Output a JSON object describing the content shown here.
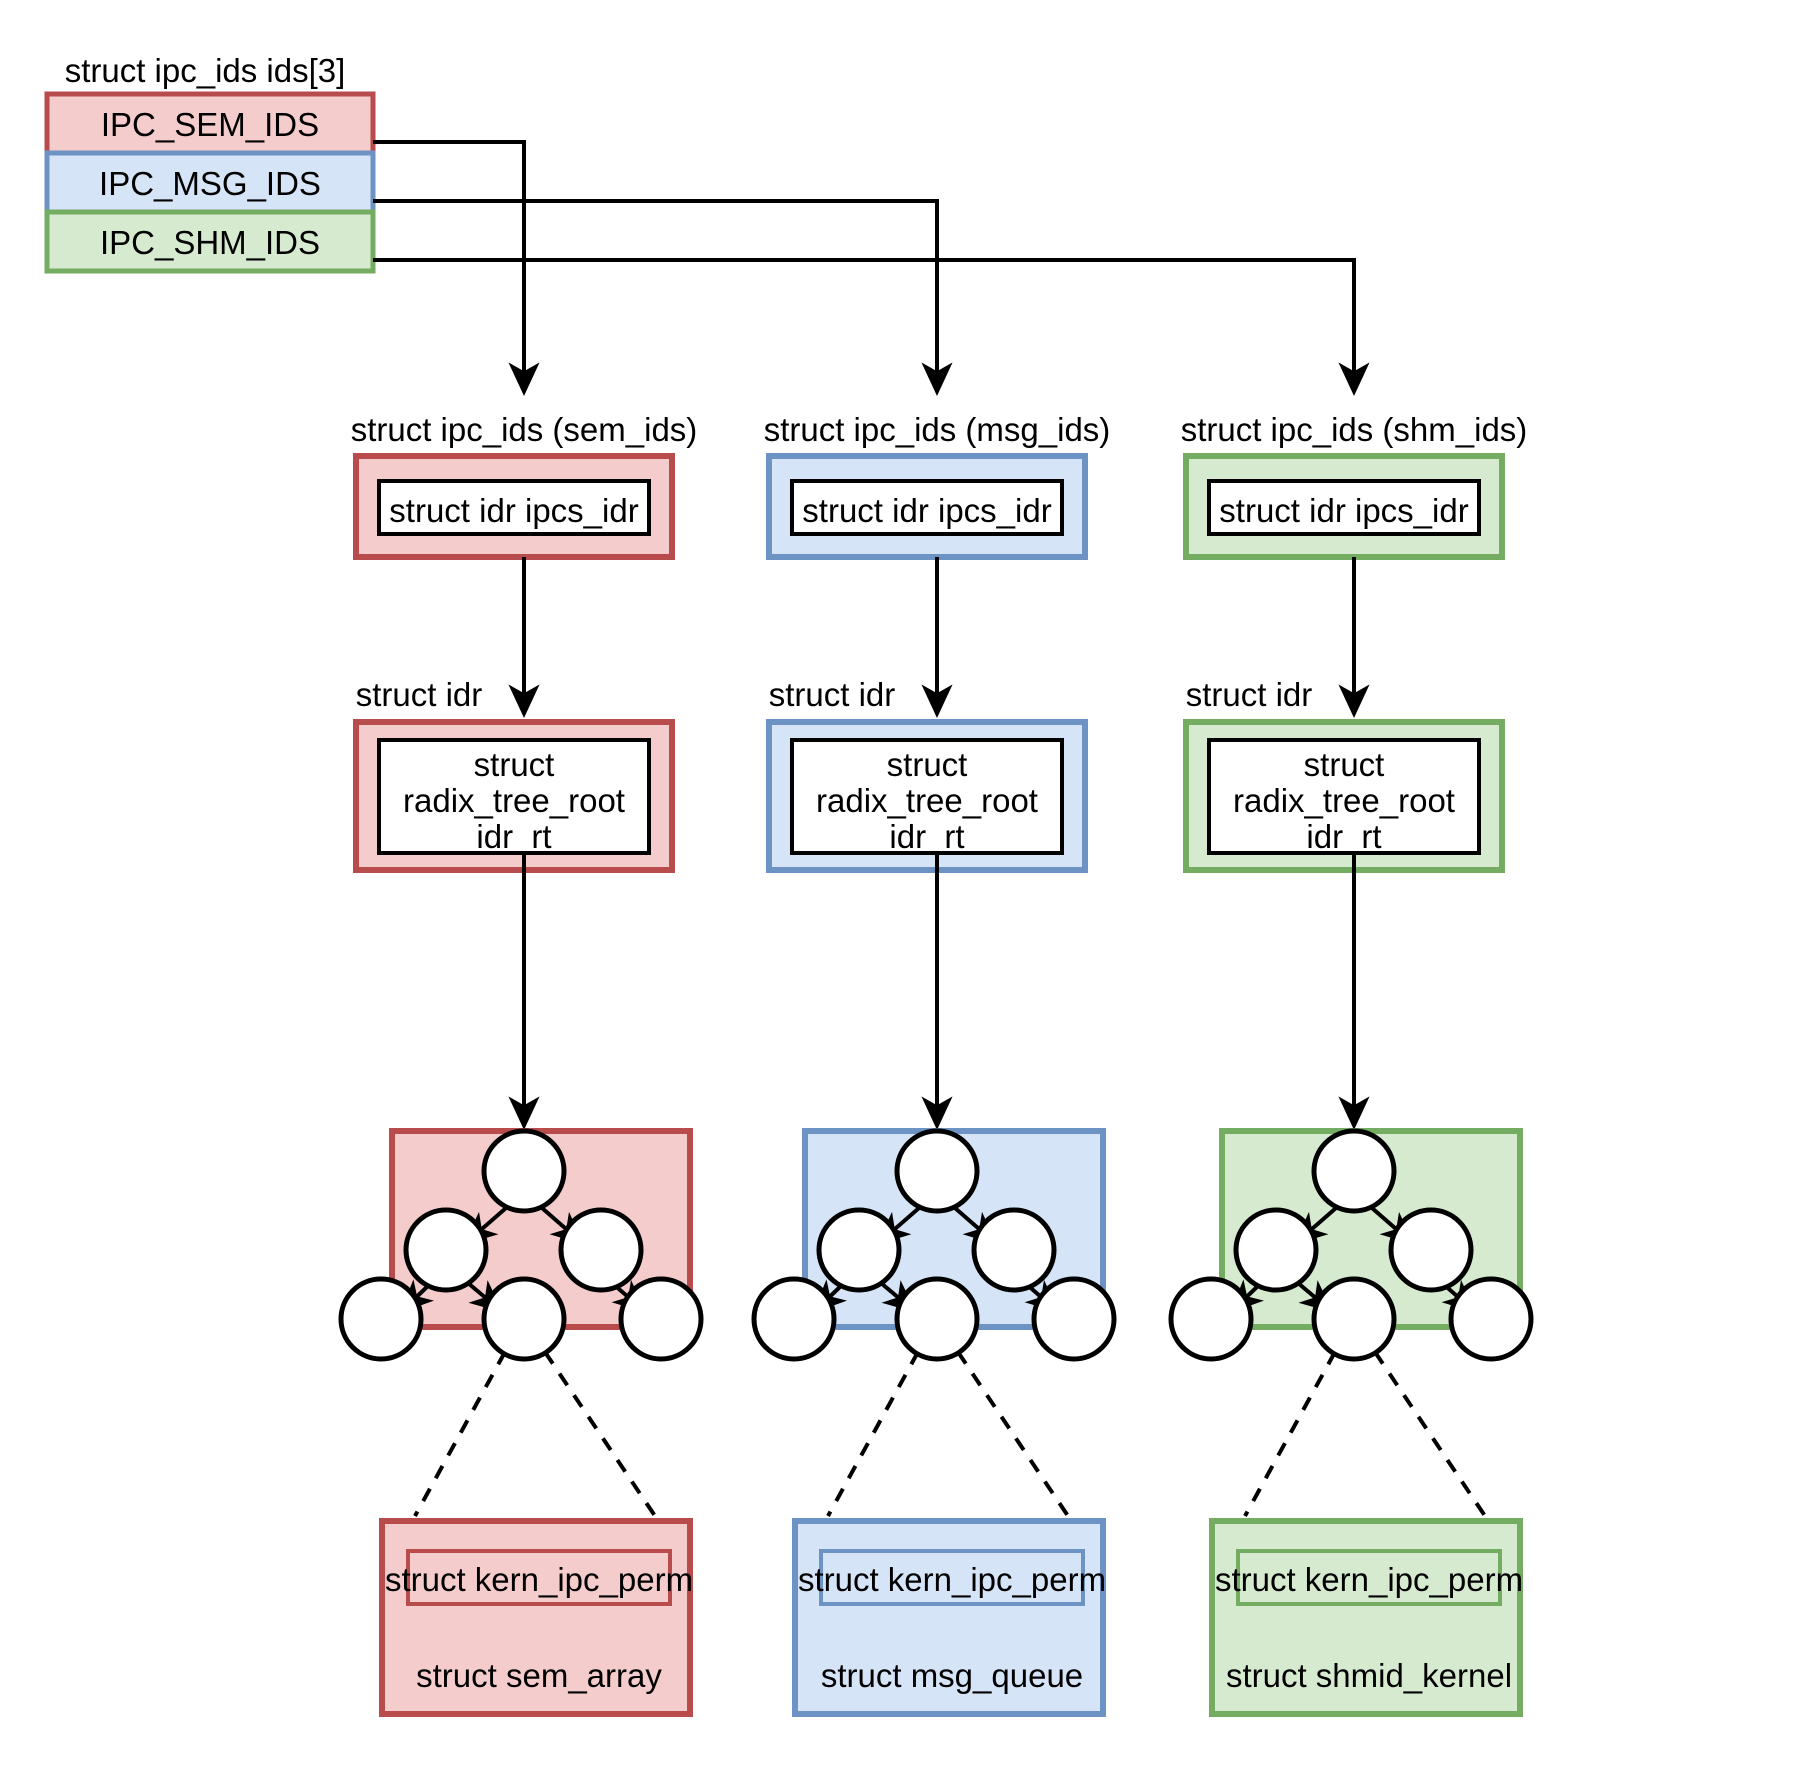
{
  "diagram": {
    "title_text": "struct ipc_ids ids[3]",
    "palette": {
      "sem_fill": "#f5cccc",
      "sem_stroke": "#b84c4c",
      "msg_fill": "#d6e4f7",
      "msg_stroke": "#6d93c4",
      "shm_fill": "#d6ead0",
      "shm_stroke": "#74ac61",
      "line": "#000000",
      "node_fill": "#ffffff"
    },
    "ids_array": {
      "label": "struct ipc_ids ids[3]",
      "entries": [
        {
          "label": "IPC_SEM_IDS",
          "color_key": "sem"
        },
        {
          "label": "IPC_MSG_IDS",
          "color_key": "msg"
        },
        {
          "label": "IPC_SHM_IDS",
          "color_key": "shm"
        }
      ]
    },
    "columns": [
      {
        "key": "sem",
        "ipc_ids_caption": "struct ipc_ids (sem_ids)",
        "idr_field_label": "struct idr ipcs_idr",
        "idr_caption": "struct idr",
        "radix_field_lines": [
          "struct",
          "radix_tree_root",
          "idr_rt"
        ],
        "object_inner_label": "struct kern_ipc_perm",
        "object_label": "struct sem_array"
      },
      {
        "key": "msg",
        "ipc_ids_caption": "struct ipc_ids (msg_ids)",
        "idr_field_label": "struct idr ipcs_idr",
        "idr_caption": "struct idr",
        "radix_field_lines": [
          "struct",
          "radix_tree_root",
          "idr_rt"
        ],
        "object_inner_label": "struct kern_ipc_perm",
        "object_label": "struct msg_queue"
      },
      {
        "key": "shm",
        "ipc_ids_caption": "struct ipc_ids (shm_ids)",
        "idr_field_label": "struct idr ipcs_idr",
        "idr_caption": "struct idr",
        "radix_field_lines": [
          "struct",
          "radix_tree_root",
          "idr_rt"
        ],
        "object_inner_label": "struct kern_ipc_perm",
        "object_label": "struct shmid_kernel"
      }
    ],
    "radix_tree": {
      "level_counts": [
        1,
        2,
        3
      ],
      "node_count": 6,
      "description": "radix tree nodes"
    }
  }
}
